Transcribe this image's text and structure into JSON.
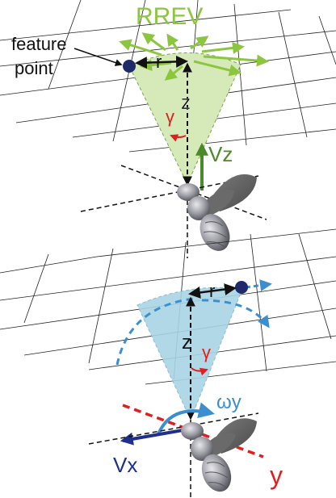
{
  "panel_top": {
    "title": "RREV",
    "feature_label_line1": "feature",
    "feature_label_line2": "point",
    "r_label": "r",
    "z_label": "z",
    "gamma_label": "γ",
    "vz_label": "Vz"
  },
  "panel_bottom": {
    "r_label": "r",
    "z_label": "z",
    "gamma_label": "γ",
    "omega_label": "ωy",
    "vx_label": "Vx",
    "y_axis_label": "y"
  },
  "colors": {
    "rrev_green": "#8cc63f",
    "cone_green": "#d6e9b8",
    "vz_green": "#4a8a2a",
    "cone_blue": "#a9d4e4",
    "omega_blue": "#3b8fd0",
    "vx_navy": "#1f2f8f",
    "gamma_red": "#e0201e",
    "point_navy": "#1f2a6b",
    "grid": "#222222"
  }
}
